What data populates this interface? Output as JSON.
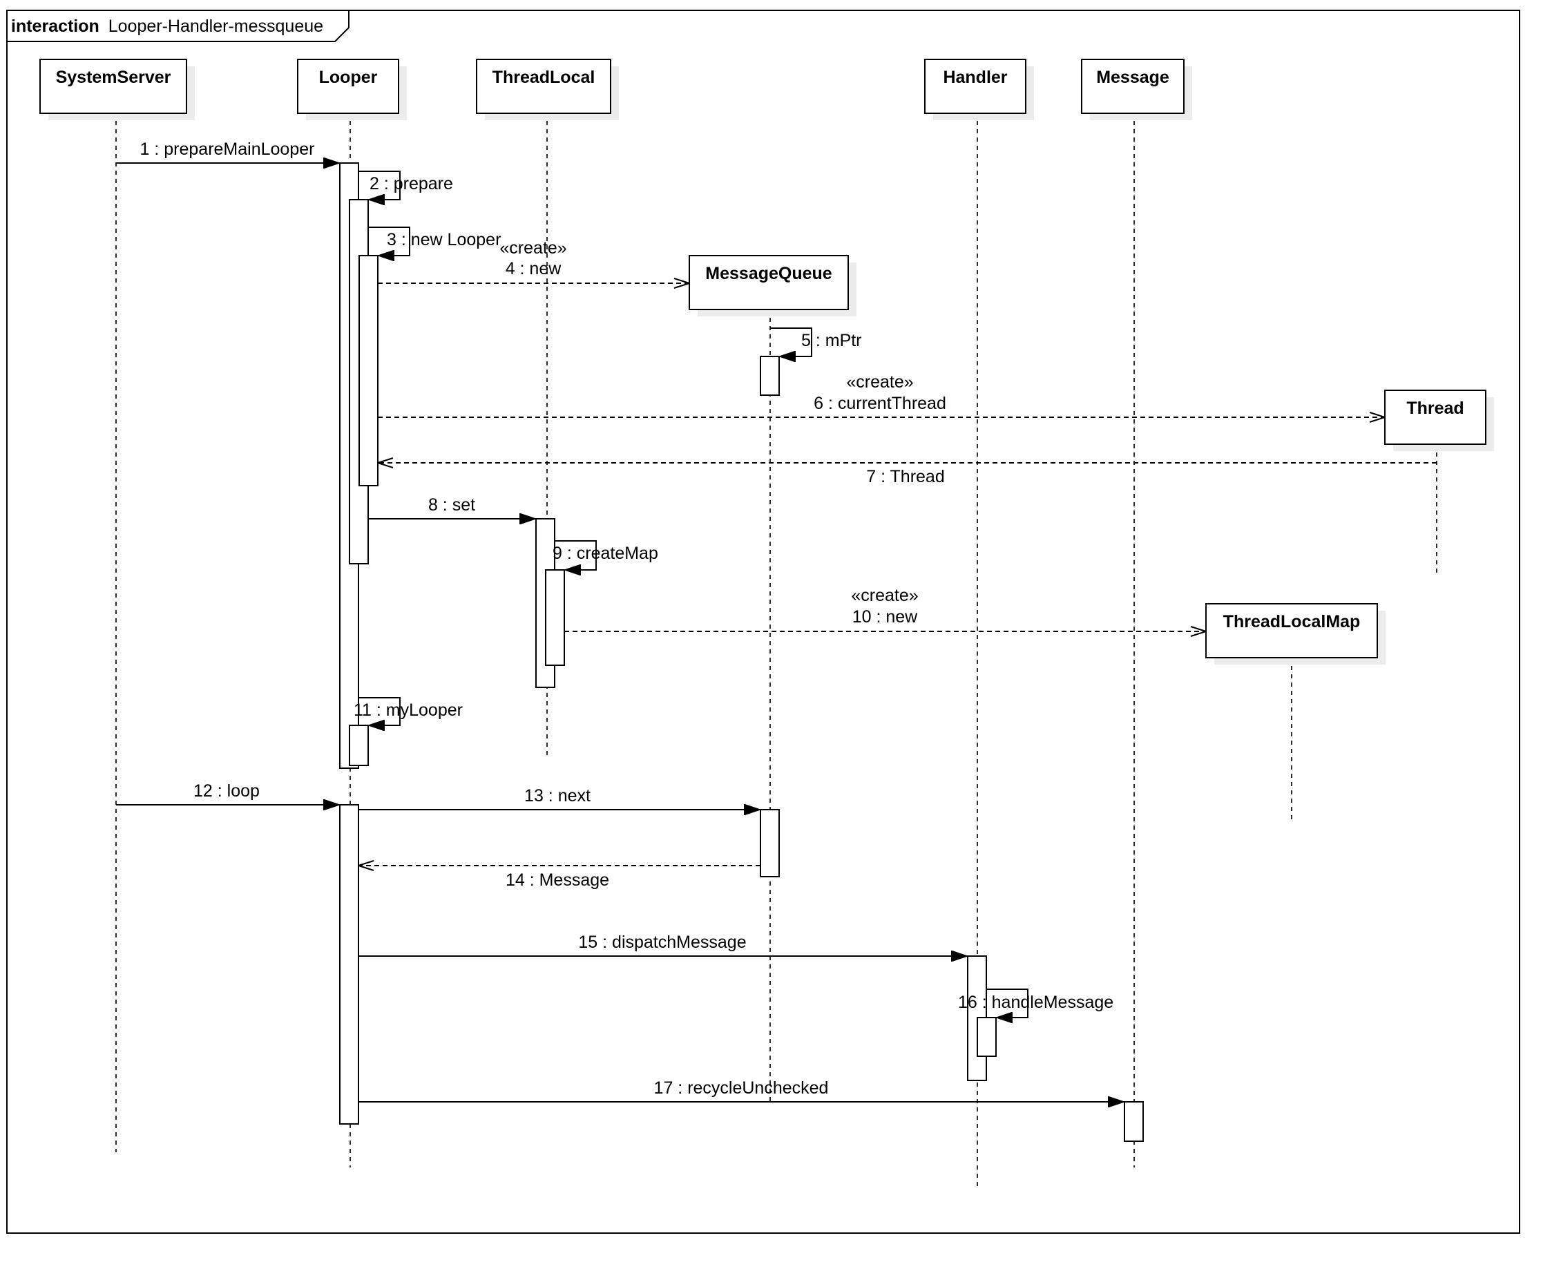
{
  "frame": {
    "keyword": "interaction",
    "name": "Looper-Handler-messqueue"
  },
  "participants": [
    {
      "id": "systemserver",
      "name": "SystemServer"
    },
    {
      "id": "looper",
      "name": "Looper"
    },
    {
      "id": "threadlocal",
      "name": "ThreadLocal"
    },
    {
      "id": "handler",
      "name": "Handler"
    },
    {
      "id": "message",
      "name": "Message"
    },
    {
      "id": "messagequeue",
      "name": "MessageQueue"
    },
    {
      "id": "thread",
      "name": "Thread"
    },
    {
      "id": "threadlocalmap",
      "name": "ThreadLocalMap"
    }
  ],
  "messages": [
    {
      "num": "1",
      "text": "1 : prepareMainLooper",
      "kind": "sync"
    },
    {
      "num": "2",
      "text": "2 : prepare",
      "kind": "self"
    },
    {
      "num": "3",
      "text": "3 : new Looper",
      "kind": "self"
    },
    {
      "num": "4",
      "stereotype": "«create»",
      "text": "4 : new",
      "kind": "create"
    },
    {
      "num": "5",
      "text": "5 : mPtr",
      "kind": "self"
    },
    {
      "num": "6",
      "stereotype": "«create»",
      "text": "6 : currentThread",
      "kind": "create"
    },
    {
      "num": "7",
      "text": "7 : Thread",
      "kind": "reply"
    },
    {
      "num": "8",
      "text": "8 : set",
      "kind": "sync"
    },
    {
      "num": "9",
      "text": "9 : createMap",
      "kind": "self"
    },
    {
      "num": "10",
      "stereotype": "«create»",
      "text": "10 : new",
      "kind": "create"
    },
    {
      "num": "11",
      "text": "11 : myLooper",
      "kind": "self"
    },
    {
      "num": "12",
      "text": "12 : loop",
      "kind": "sync"
    },
    {
      "num": "13",
      "text": "13 : next",
      "kind": "sync"
    },
    {
      "num": "14",
      "text": "14 : Message",
      "kind": "reply"
    },
    {
      "num": "15",
      "text": "15 : dispatchMessage",
      "kind": "sync"
    },
    {
      "num": "16",
      "text": "16 : handleMessage",
      "kind": "self"
    },
    {
      "num": "17",
      "text": "17 : recycleUnchecked",
      "kind": "sync"
    }
  ]
}
